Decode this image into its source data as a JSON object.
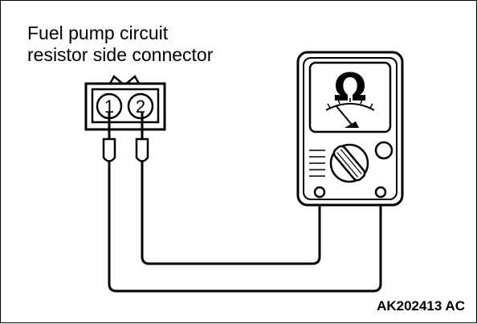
{
  "diagram": {
    "title_lines": [
      "Fuel pump circuit",
      "resistor side connector"
    ],
    "connector": {
      "pins": [
        {
          "label": "1"
        },
        {
          "label": "2"
        }
      ]
    },
    "meter": {
      "symbol": "Ω",
      "icon": "ohmmeter-icon"
    },
    "figure_code": "AK202413 AC"
  }
}
